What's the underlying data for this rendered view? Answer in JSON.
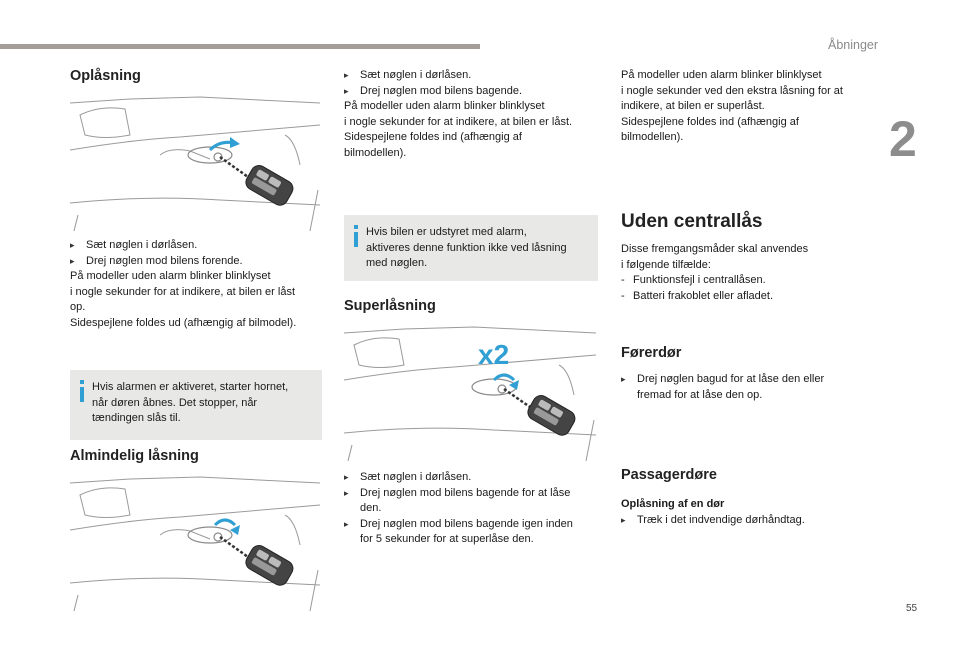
{
  "chapter": {
    "title": "Åbninger",
    "number": "2"
  },
  "page_number": "55",
  "col1": {
    "heading": "Oplåsning",
    "steps": [
      "Sæt nøglen i dørlåsen.",
      "Drej nøglen mod bilens forende."
    ],
    "paragraphs": [
      "På modeller uden alarm blinker blinklyset",
      "i nogle sekunder for at indikere, at bilen er låst",
      "op.",
      "Sidespejlene foldes ud (afhængig af bilmodel)."
    ],
    "info_lines": [
      "Hvis alarmen er aktiveret, starter hornet,",
      "når døren åbnes. Det stopper, når",
      "tændingen slås til."
    ],
    "heading2": "Almindelig låsning"
  },
  "col2": {
    "steps": [
      "Sæt nøglen i dørlåsen.",
      "Drej nøglen mod bilens bagende."
    ],
    "paragraphs": [
      "På modeller uden alarm blinker blinklyset",
      "i nogle sekunder for at indikere, at bilen er låst.",
      "Sidespejlene foldes ind (afhængig af",
      "bilmodellen)."
    ],
    "info_lines": [
      "Hvis bilen er udstyret med alarm,",
      "aktiveres denne funktion ikke ved låsning",
      "med nøglen."
    ],
    "heading": "Superlåsning",
    "x2_label": "x2",
    "super_steps": [
      [
        "Sæt nøglen i dørlåsen."
      ],
      [
        "Drej nøglen mod bilens bagende for at låse",
        "den."
      ],
      [
        "Drej nøglen mod bilens bagende igen inden",
        "for 5 sekunder for at superlåse den."
      ]
    ]
  },
  "col3": {
    "paragraphs": [
      "På modeller uden alarm blinker blinklyset",
      "i nogle sekunder ved den ekstra låsning for at",
      "indikere, at bilen er superlåst.",
      "Sidespejlene foldes ind (afhængig af",
      "bilmodellen)."
    ],
    "heading_manual": "Uden centrallås",
    "manual_intro": [
      "Disse fremgangsmåder skal anvendes",
      "i følgende tilfælde:"
    ],
    "manual_list": [
      "Funktionsfejl i centrallåsen.",
      "Batteri frakoblet eller afladet."
    ],
    "heading_driver": "Førerdør",
    "driver_step": [
      "Drej nøglen bagud for at låse den eller",
      "fremad for at låse den op."
    ],
    "heading_passenger": "Passagerdøre",
    "passenger_subhead": "Oplåsning af en dør",
    "passenger_step": "Træk i det indvendige dørhåndtag."
  },
  "colors": {
    "accent": "#2f9fd4",
    "infobox_bg": "#e8e8e7",
    "topbar": "#a39e9a"
  },
  "icons": {
    "bullet": "triangle-bullet-icon",
    "info": "info-icon",
    "arrow": "rotate-arrow-icon",
    "key": "car-key-icon"
  }
}
